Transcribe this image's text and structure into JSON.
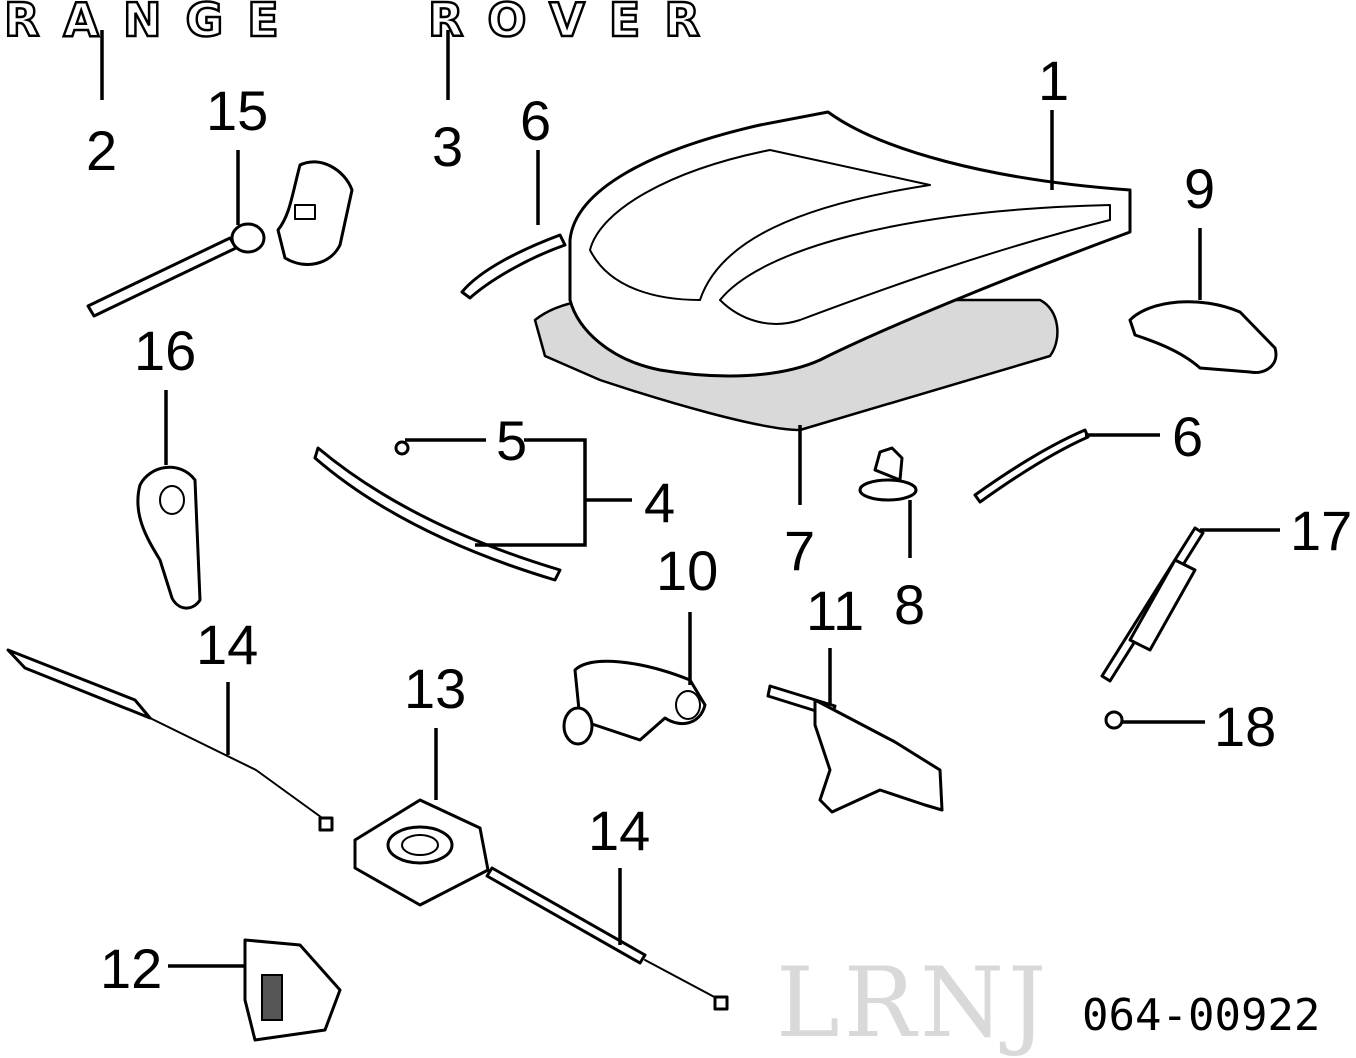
{
  "badge": {
    "word_left": "RANGE",
    "word_right": "ROVER"
  },
  "callouts": [
    "1",
    "2",
    "3",
    "4",
    "5",
    "6",
    "6",
    "7",
    "8",
    "9",
    "10",
    "11",
    "12",
    "13",
    "14",
    "14",
    "15",
    "16",
    "17",
    "18"
  ],
  "watermark": "LRNJ",
  "part_number": "064-00922"
}
